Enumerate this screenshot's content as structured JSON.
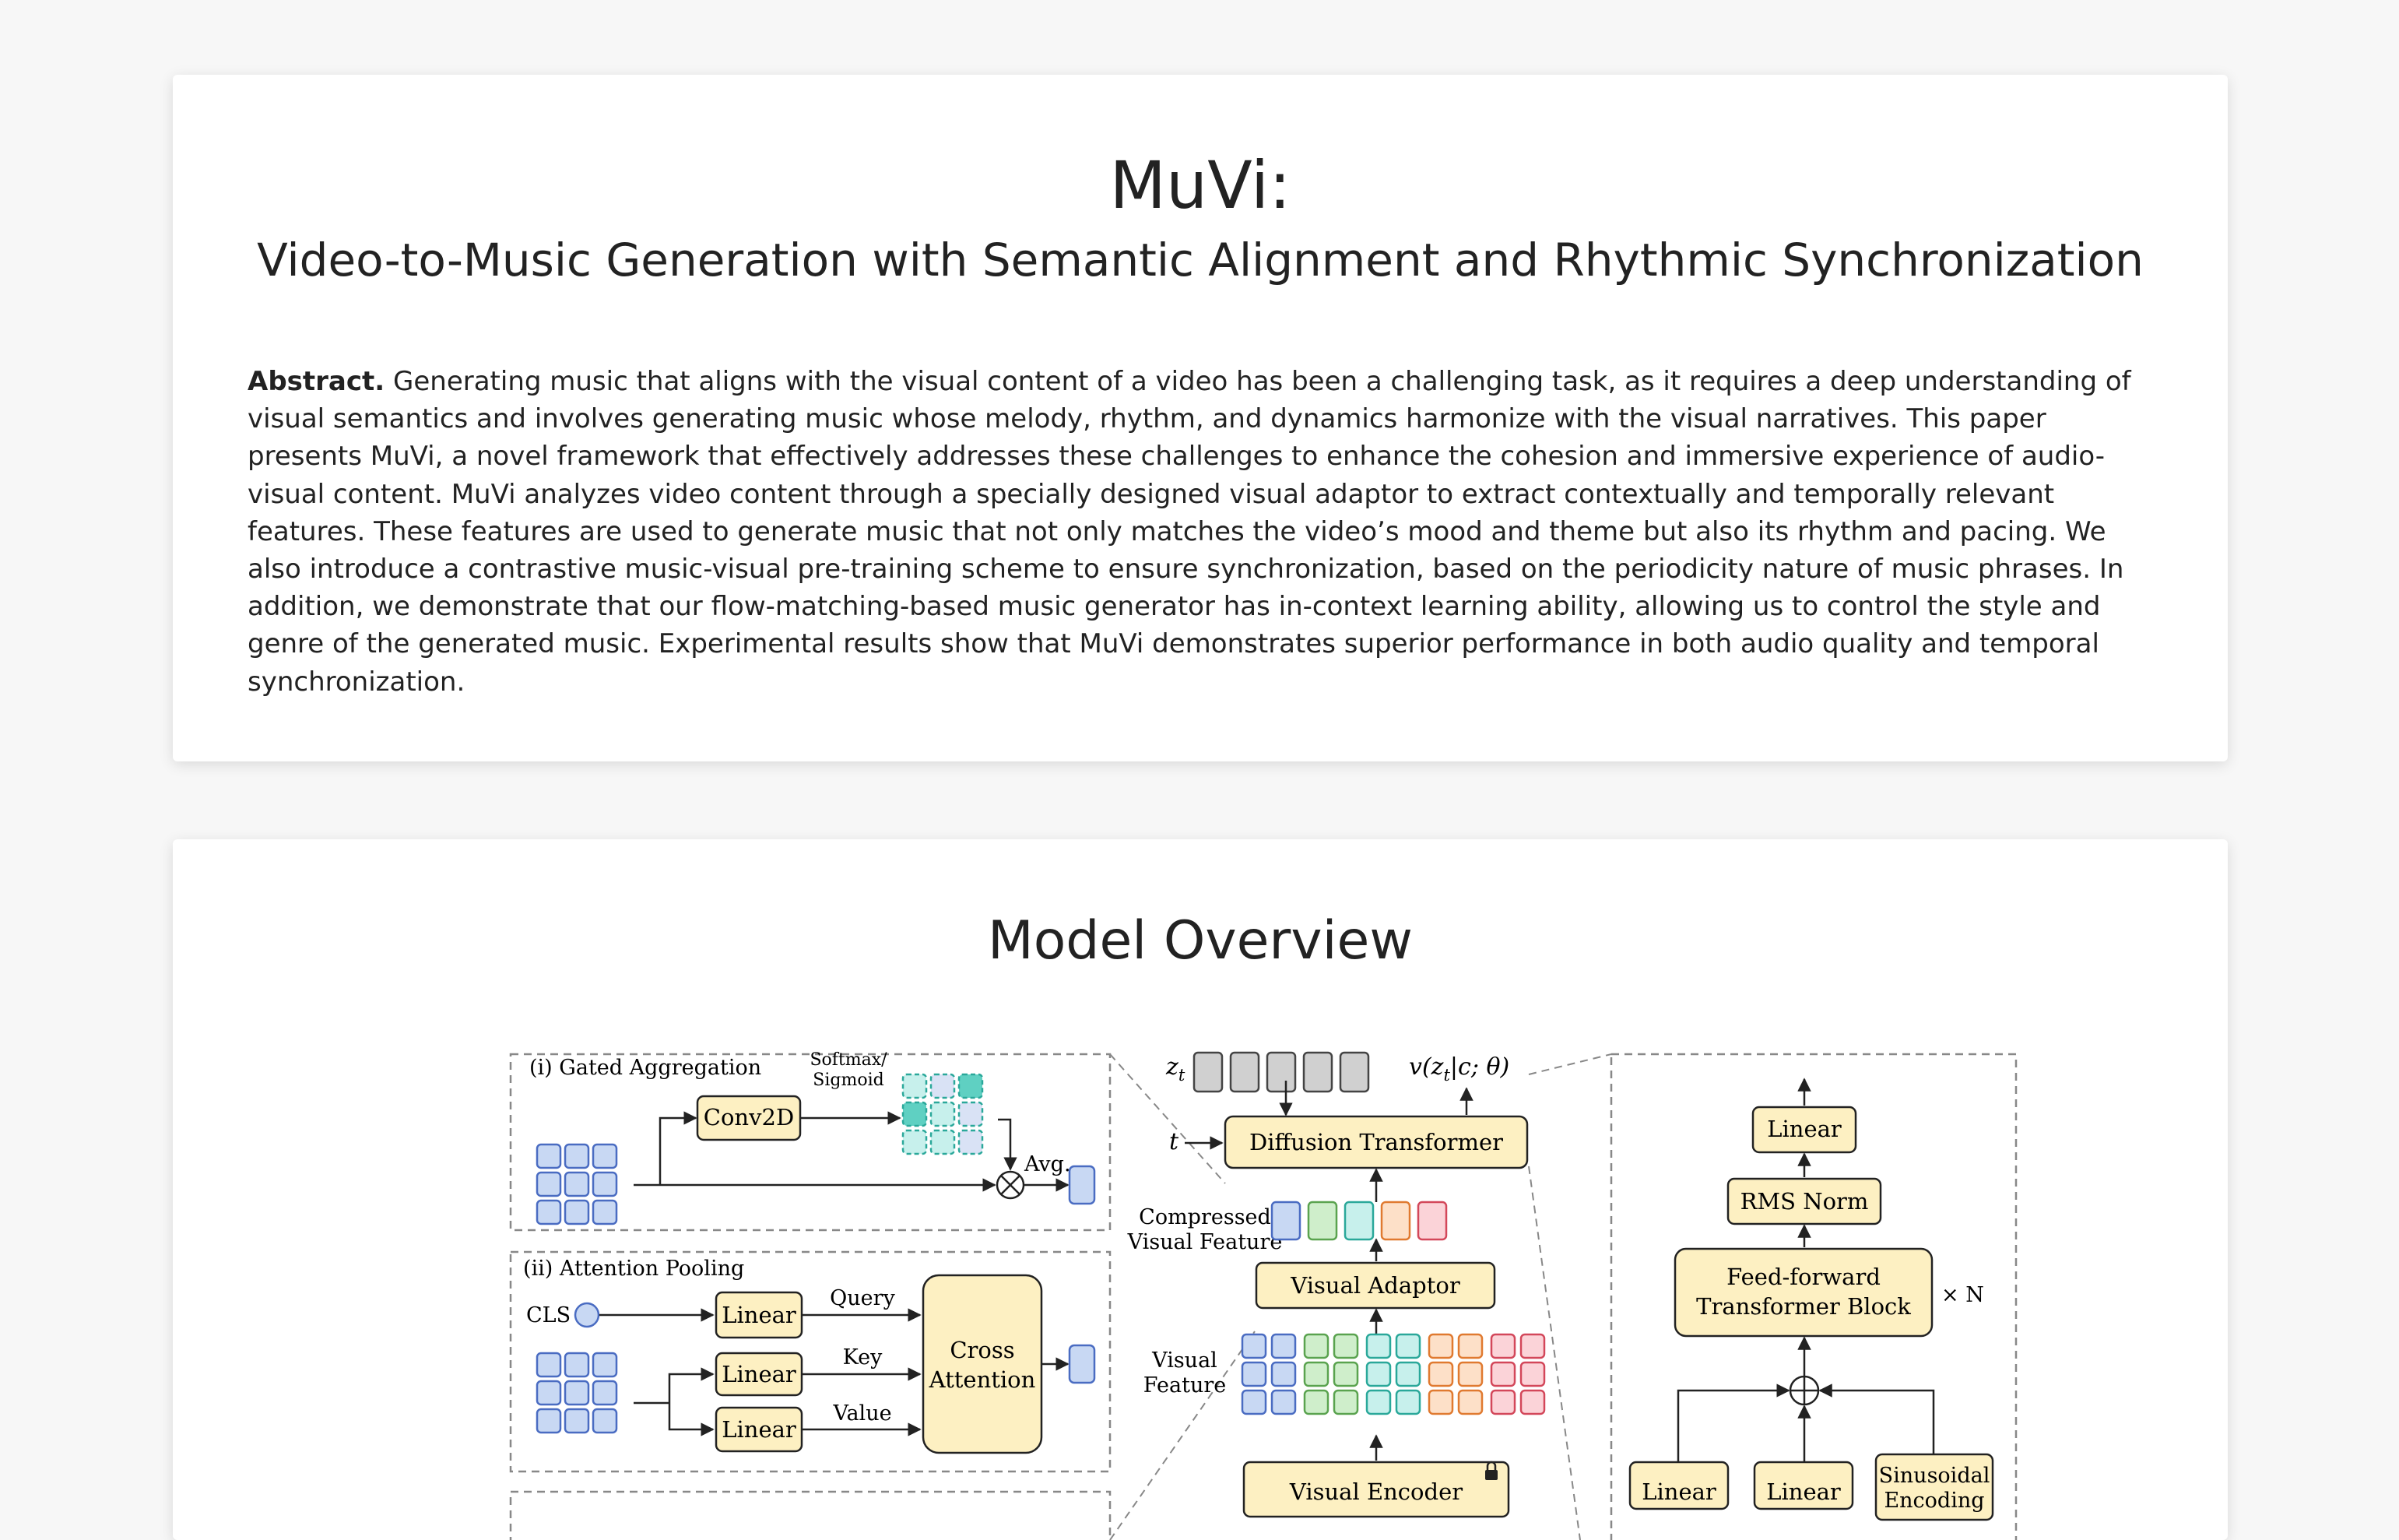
{
  "header": {
    "title": "MuVi:",
    "subtitle": "Video-to-Music Generation with Semantic Alignment and Rhythmic Synchronization"
  },
  "abstract": {
    "label": "Abstract.",
    "text": "Generating music that aligns with the visual content of a video has been a challenging task, as it requires a deep understanding of visual semantics and involves generating music whose melody, rhythm, and dynamics harmonize with the visual narratives. This paper presents MuVi, a novel framework that effectively addresses these challenges to enhance the cohesion and immersive experience of audio-visual content. MuVi analyzes video content through a specially designed visual adaptor to extract contextually and temporally relevant features. These features are used to generate music that not only matches the video’s mood and theme but also its rhythm and pacing. We also introduce a contrastive music-visual pre-training scheme to ensure synchronization, based on the periodicity nature of music phrases. In addition, we demonstrate that our flow-matching-based music generator has in-context learning ability, allowing us to control the style and genre of the generated music. Experimental results show that MuVi demonstrates superior performance in both audio quality and temporal synchronization."
  },
  "overview": {
    "title": "Model Overview",
    "figure": {
      "gated_aggregation": "(i) Gated Aggregation",
      "softmax": "Softmax/",
      "sigmoid": "Sigmoid",
      "conv2d": "Conv2D",
      "avg": "Avg.",
      "attention_pooling": "(ii) Attention Pooling",
      "cls": "CLS",
      "query": "Query",
      "key": "Key",
      "value": "Value",
      "linear": "Linear",
      "cross_attention_1": "Cross",
      "cross_attention_2": "Attention",
      "zt": "z",
      "zt_sub": "t",
      "t": "t",
      "v_output": "v(z",
      "v_output_rest": "|c; θ)",
      "diffusion_transformer": "Diffusion Transformer",
      "compressed_1": "Compressed",
      "compressed_2": "Visual Feature",
      "visual_adaptor": "Visual Adaptor",
      "visual_feature_1": "Visual",
      "visual_feature_2": "Feature",
      "visual_encoder": "Visual Encoder",
      "rms_norm": "RMS Norm",
      "ff_block_1": "Feed-forward",
      "ff_block_2": "Transformer Block",
      "times_n": "× N",
      "sinusoidal_1": "Sinusoidal",
      "sinusoidal_2": "Encoding"
    }
  },
  "colors": {
    "box_fill": "#fdf0c2",
    "box_stroke": "#222222",
    "blue": "#c8d8f3",
    "blue_stroke": "#4a6cc2",
    "green": "#cfeecb",
    "green_stroke": "#5aa34f",
    "cyan": "#c7f0ec",
    "cyan_stroke": "#2aa89a",
    "orange": "#fde0c8",
    "orange_stroke": "#e07a30",
    "red": "#fbd3d8",
    "red_stroke": "#d3475a",
    "gray": "#d0d0d0"
  }
}
